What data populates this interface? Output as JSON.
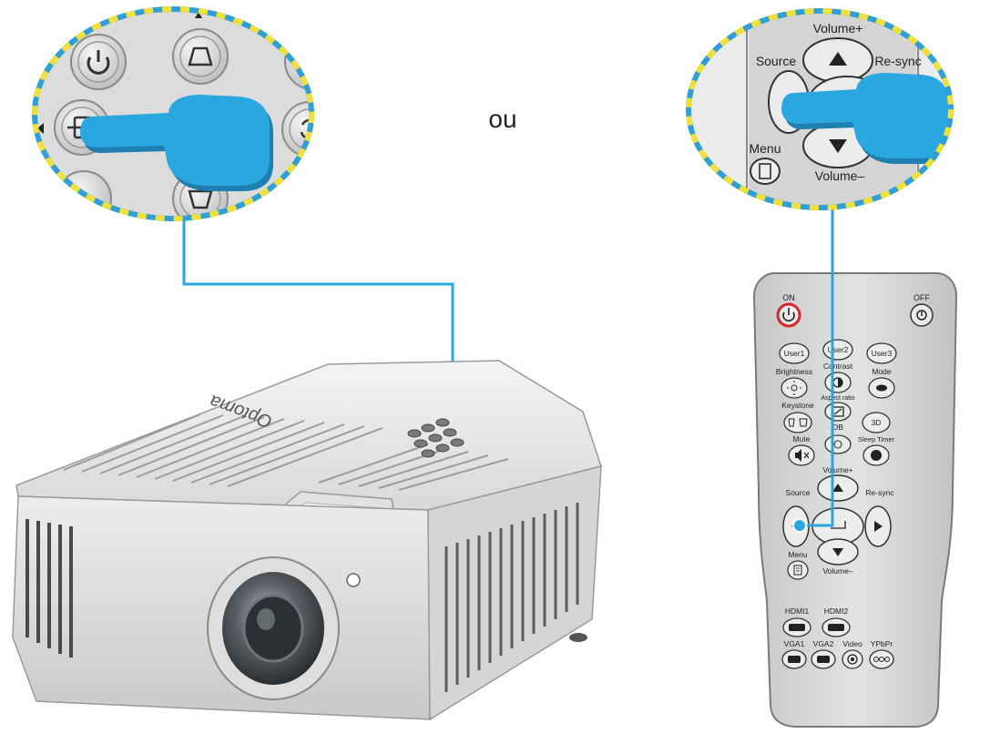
{
  "separator": "ou",
  "brand_logo": "Optoma",
  "colors": {
    "pointer": "#2aa7de",
    "pointer_shadow": "#1f7fb0",
    "callout_ring_yellow": "#f2e03a",
    "callout_ring_blue": "#2f9fd6",
    "remote_body": "#d6d6d6",
    "power_on_ring": "#d8262b"
  },
  "keypad": {
    "icons": [
      "power-icon",
      "keystone-up-icon",
      "source-icon",
      "resync-icon",
      "keystone-down-icon"
    ]
  },
  "remote_zoom": {
    "volume_up": "Volume+",
    "volume_down": "Volume–",
    "source": "Source",
    "resync": "Re-sync",
    "menu": "Menu"
  },
  "remote": {
    "on": "ON",
    "off": "OFF",
    "user1": "User1",
    "user2": "User2",
    "user3": "User3",
    "brightness": "Brightness",
    "contrast": "Contrast",
    "mode": "Mode",
    "keystone": "Keystone",
    "aspect_ratio": "Aspect ratio",
    "btn_3d": "3D",
    "db": "DB",
    "mute": "Mute",
    "sleep_timer": "Sleep Timer",
    "volume_up": "Volume+",
    "volume_down": "Volume–",
    "source": "Source",
    "resync": "Re-sync",
    "menu": "Menu",
    "hdmi1": "HDMI1",
    "hdmi2": "HDMI2",
    "vga1": "VGA1",
    "vga2": "VGA2",
    "video": "Video",
    "ypbpr": "YPbPr"
  }
}
